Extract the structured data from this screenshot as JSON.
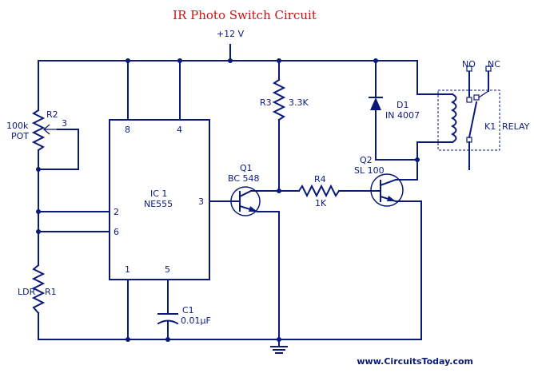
{
  "title": "IR Photo Switch Circuit",
  "supply": "+12 V",
  "website": "www.CircuitsToday.com",
  "colors": {
    "wire": "#0a1a7a",
    "title": "#cc1111",
    "background": "#ffffff"
  },
  "components": {
    "r2": {
      "ref": "R2",
      "value": "100k",
      "type": "POT",
      "wiper_pin": "3"
    },
    "r1": {
      "ref": "R1",
      "type": "LDR"
    },
    "r3": {
      "ref": "R3",
      "value": "3.3K"
    },
    "r4": {
      "ref": "R4",
      "value": "1K"
    },
    "c1": {
      "ref": "C1",
      "value": "0.01µF"
    },
    "ic1": {
      "ref": "IC 1",
      "part": "NE555",
      "pins": {
        "p8": "8",
        "p4": "4",
        "p2": "2",
        "p6": "6",
        "p3": "3",
        "p1": "1",
        "p5": "5"
      }
    },
    "q1": {
      "ref": "Q1",
      "part": "BC 548"
    },
    "q2": {
      "ref": "Q2",
      "part": "SL 100"
    },
    "d1": {
      "ref": "D1",
      "part": "IN 4007"
    },
    "k1": {
      "ref": "K1",
      "type": "RELAY",
      "no": "NO",
      "nc": "NC"
    }
  }
}
